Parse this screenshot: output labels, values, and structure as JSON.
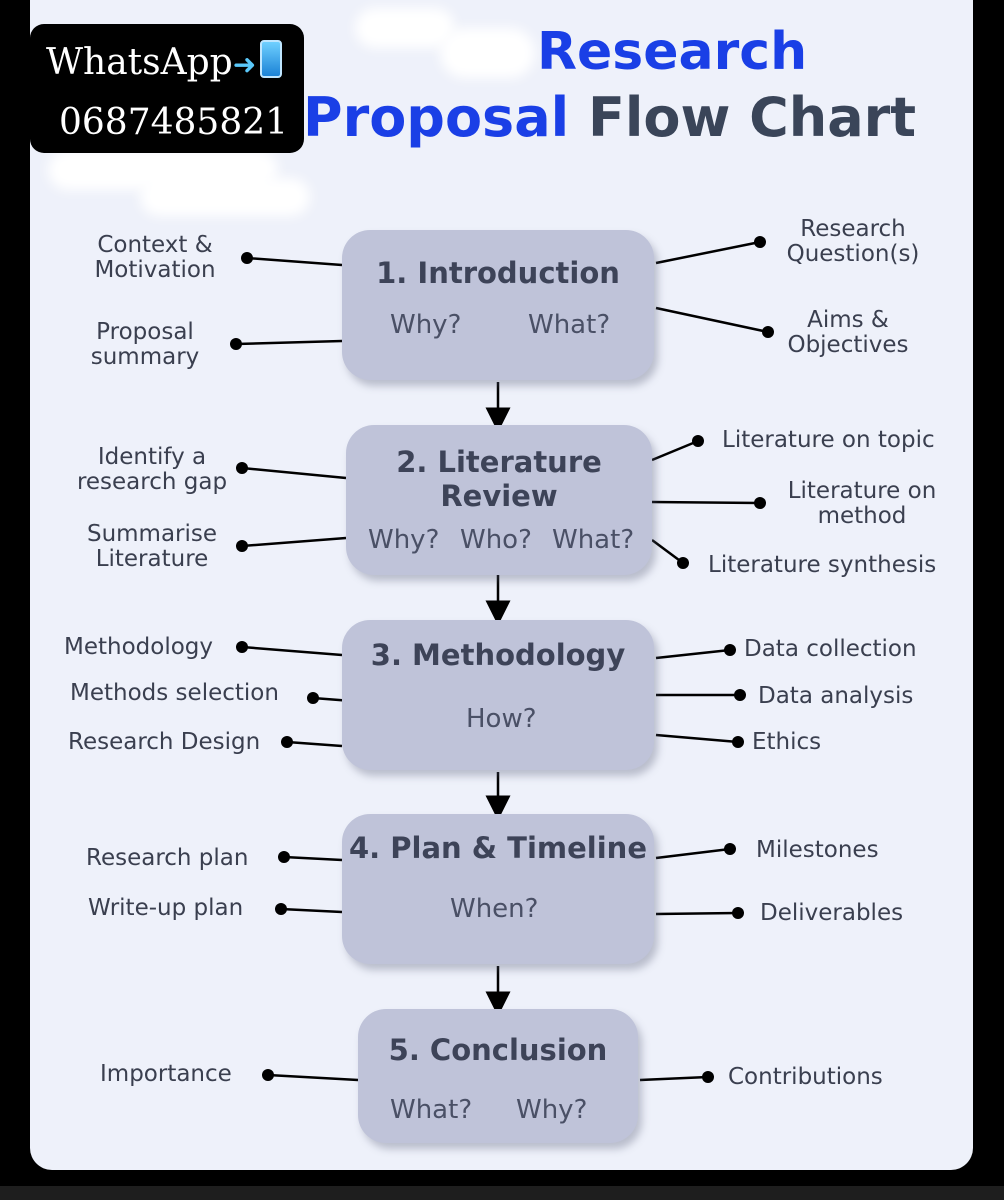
{
  "contact": {
    "line1": "WhatsApp",
    "line2": "0687485821",
    "icon": "phone-arrow-icon"
  },
  "title": {
    "line1": "Research",
    "line2_highlight": "Proposal",
    "line2_rest": "Flow Chart"
  },
  "colors": {
    "title_blue": "#1a3fe6",
    "title_dark": "#3a4559",
    "box_fill": "#bfc3d9",
    "background": "#eef1fa"
  },
  "stages": [
    {
      "title": "1. Introduction",
      "questions": [
        "Why?",
        "What?"
      ],
      "left": [
        "Context & Motivation",
        "Proposal summary"
      ],
      "right": [
        "Research Question(s)",
        "Aims & Objectives"
      ]
    },
    {
      "title_line1": "2. Literature",
      "title_line2": "Review",
      "questions": [
        "Why?",
        "Who?",
        "What?"
      ],
      "left": [
        "Identify a research gap",
        "Summarise Literature"
      ],
      "right": [
        "Literature on topic",
        "Literature on method",
        "Literature synthesis"
      ]
    },
    {
      "title": "3. Methodology",
      "questions": [
        "How?"
      ],
      "left": [
        "Methodology",
        "Methods selection",
        "Research Design"
      ],
      "right": [
        "Data collection",
        "Data analysis",
        "Ethics"
      ]
    },
    {
      "title": "4. Plan & Timeline",
      "questions": [
        "When?"
      ],
      "left": [
        "Research plan",
        "Write-up plan"
      ],
      "right": [
        "Milestones",
        "Deliverables"
      ]
    },
    {
      "title": "5. Conclusion",
      "questions": [
        "What?",
        "Why?"
      ],
      "left": [
        "Importance"
      ],
      "right": [
        "Contributions"
      ]
    }
  ]
}
